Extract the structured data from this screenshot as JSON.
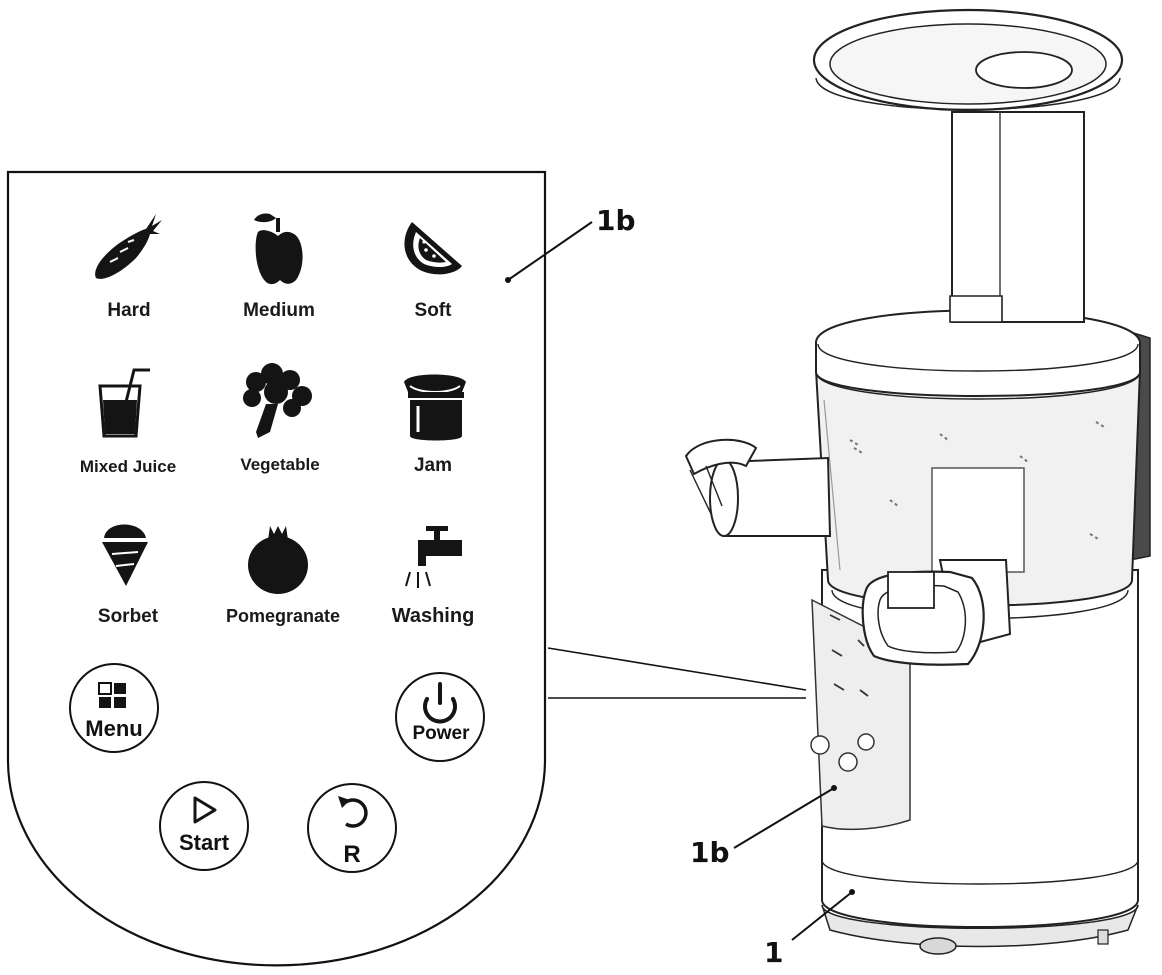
{
  "panel": {
    "modes": [
      {
        "label": "Hard",
        "icon": "carrot-icon"
      },
      {
        "label": "Medium",
        "icon": "apple-icon"
      },
      {
        "label": "Soft",
        "icon": "watermelon-slice-icon"
      },
      {
        "label": "Mixed Juice",
        "icon": "juice-glass-icon"
      },
      {
        "label": "Vegetable",
        "icon": "broccoli-icon"
      },
      {
        "label": "Jam",
        "icon": "jam-jar-icon"
      },
      {
        "label": "Sorbet",
        "icon": "ice-cream-cone-icon"
      },
      {
        "label": "Pomegranate",
        "icon": "pomegranate-icon"
      },
      {
        "label": "Washing",
        "icon": "water-tap-icon"
      }
    ],
    "buttons": {
      "menu": "Menu",
      "power": "Power",
      "start": "Start",
      "reset": "R"
    }
  },
  "callouts": {
    "panel_label": "1b",
    "machine_panel_label": "1b",
    "machine_label": "1"
  }
}
